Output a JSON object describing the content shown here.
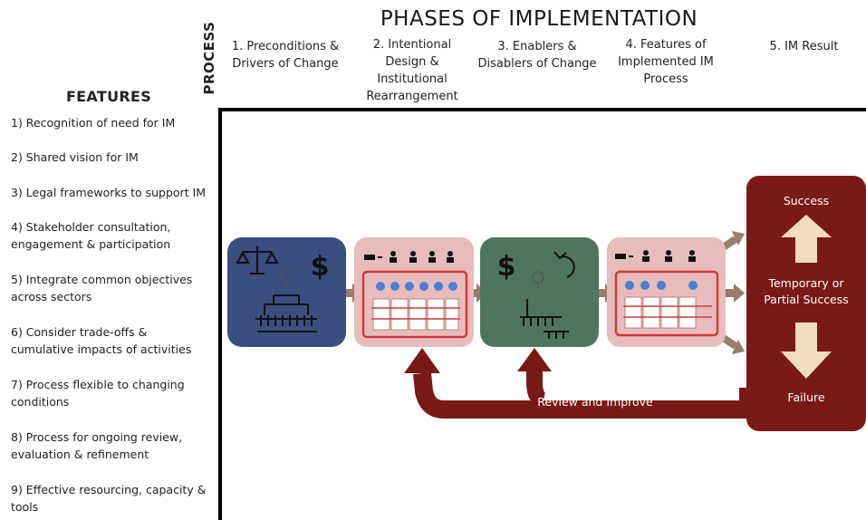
{
  "title": "PHASES OF IMPLEMENTATION",
  "process_label": "PROCESS",
  "phases": [
    {
      "lines": [
        "1. Preconditions &",
        "Drivers of Change"
      ]
    },
    {
      "lines": [
        "2. Intentional",
        "Design &",
        "Institutional",
        "Rearrangement"
      ]
    },
    {
      "lines": [
        "3. Enablers &",
        "Disablers of Change"
      ]
    },
    {
      "lines": [
        "4. Features of",
        "Implemented IM",
        "Process"
      ]
    },
    {
      "lines": [
        "5. IM Result"
      ]
    }
  ],
  "features_heading": "FEATURES",
  "features": [
    {
      "lines": [
        "1) Recognition of need for IM"
      ]
    },
    {
      "lines": [
        "2) Shared vision for IM"
      ]
    },
    {
      "lines": [
        "3) Legal frameworks to support IM"
      ]
    },
    {
      "lines": [
        "4) Stakeholder consultation,",
        "engagement & participation"
      ]
    },
    {
      "lines": [
        "5) Integrate common objectives",
        "across sectors"
      ]
    },
    {
      "lines": [
        "6) Consider trade-offs &",
        "cumulative impacts of activities"
      ]
    },
    {
      "lines": [
        "7)  Process flexible to changing",
        "conditions"
      ]
    },
    {
      "lines": [
        "8)  Process for ongoing review,",
        "evaluation & refinement"
      ]
    },
    {
      "lines": [
        "9) Effective resourcing, capacity &",
        "tools"
      ]
    }
  ],
  "diagram": {
    "dollar_symbol": "$",
    "results": {
      "success": "Success",
      "partial_line1": "Temporary or",
      "partial_line2": "Partial Success",
      "failure": "Failure"
    },
    "feedback_label": "Review and Improve",
    "colors": {
      "phase1": "#3a4f7f",
      "phase2": "#e8bcbc",
      "phase3": "#4f7560",
      "phase4": "#e8bcbc",
      "result": "#7a1a16",
      "connector": "#9b7b6a",
      "result_arrow": "#f2dcc0",
      "feedback": "#7a1a16",
      "inner_border": "#d23a35",
      "circle_icon": "#4a7fd6"
    }
  }
}
